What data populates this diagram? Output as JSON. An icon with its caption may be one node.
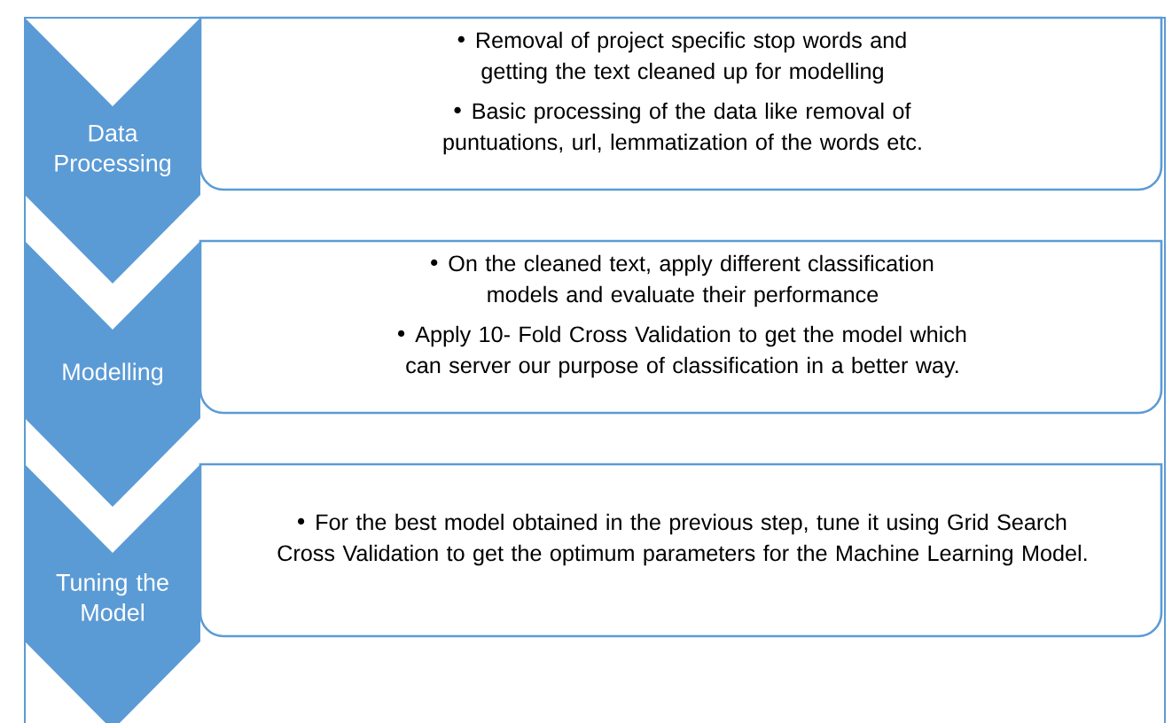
{
  "diagram": {
    "nodes": [
      {
        "text": [
          "Data Processing"
        ]
      },
      {
        "text": [
          "Removal of project specific stop words and getting the text cleaned up for modelling",
          "Basic processing of the data like removal of puntuations, url, lemmatization of the words etc."
        ]
      },
      {
        "text": [
          "Modelling"
        ]
      },
      {
        "text": [
          "On the cleaned text, apply different classification models and evaluate their performance",
          "Apply 10- Fold Cross Validation to get the model which can server our purpose of classification in a better way."
        ]
      },
      {
        "text": [
          "Tuning the Model"
        ]
      },
      {
        "text": [
          "For the best model obtained in the previous step, tune it using Grid Search Cross Validation to get the optimum parameters for the Machine Learning Model."
        ]
      }
    ]
  }
}
